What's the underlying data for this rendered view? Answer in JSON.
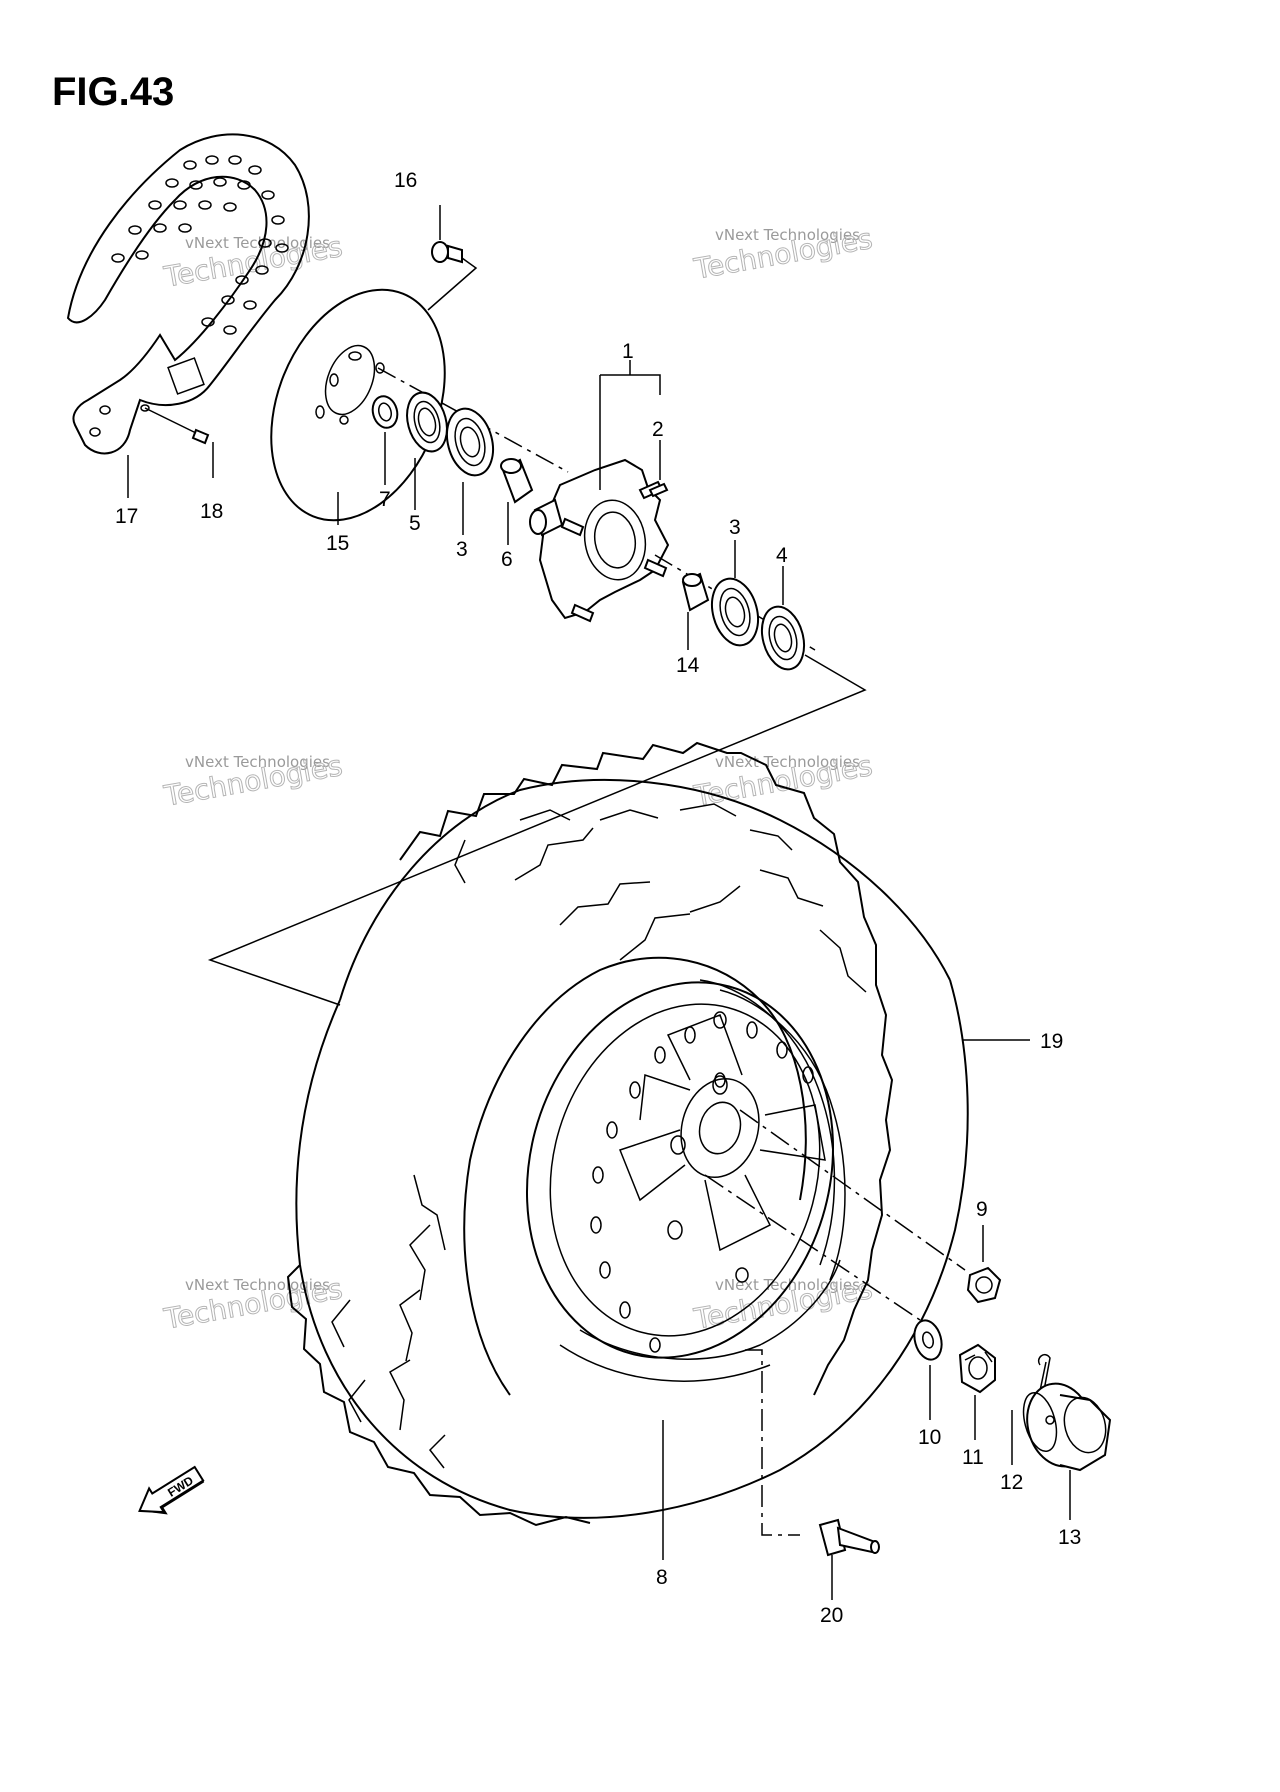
{
  "figure": {
    "title": "FIG.43"
  },
  "watermark": {
    "line1": "vNext Technologies",
    "line2": "Technologies"
  },
  "fwd_arrow": {
    "label": "FWD"
  },
  "callouts": [
    "1",
    "2",
    "3",
    "4",
    "5",
    "6",
    "7",
    "8",
    "9",
    "10",
    "11",
    "12",
    "13",
    "14",
    "15",
    "16",
    "17",
    "18",
    "19",
    "20"
  ]
}
